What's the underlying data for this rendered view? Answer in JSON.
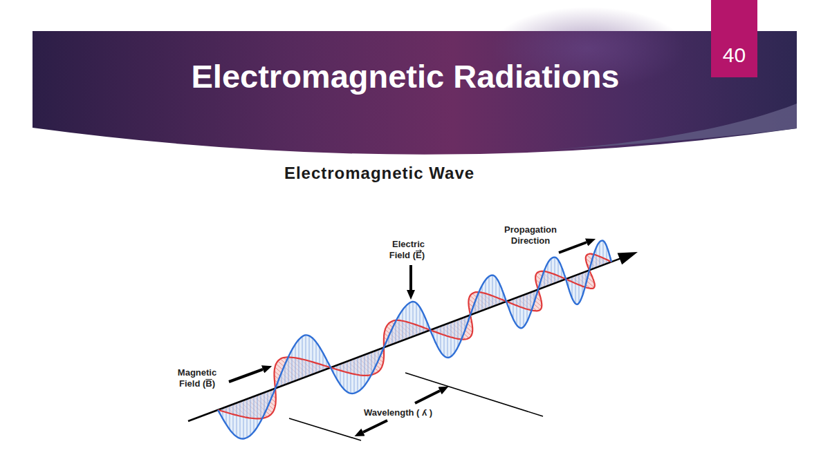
{
  "diagram": {
    "title": "Electromagnetic Radiations",
    "nodes": [
      {
        "text": [
          "40"
        ]
      }
    ],
    "labels": [
      "Electromagnetic Wave",
      "Electric Field (E)",
      "Propagation Direction",
      "Magnetic Field (B)",
      "Wavelength ( ʎ )"
    ]
  }
}
